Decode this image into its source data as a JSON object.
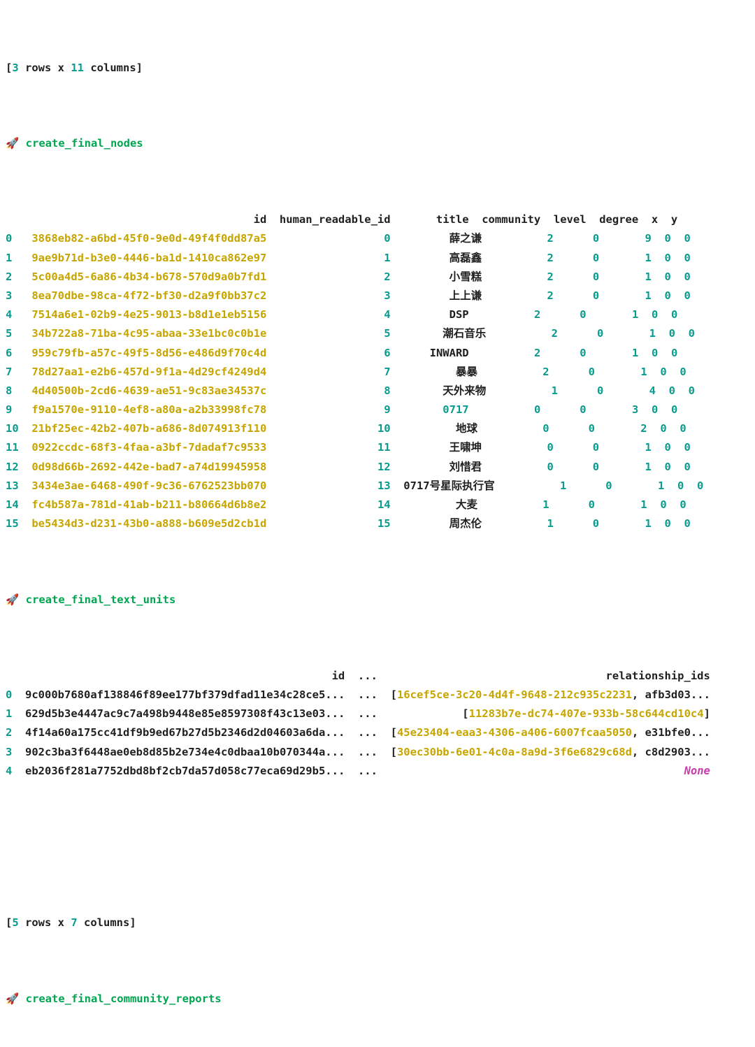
{
  "colors": {
    "background": "#ffffff",
    "text": "#1f1f1f",
    "number": "#0a9b8e",
    "uuid": "#c7a500",
    "workflow": "#00a550",
    "none_value": "#c93eab"
  },
  "rocket": "🚀",
  "prev_table_shape": {
    "open": "[",
    "rows": "3",
    "mid": " rows x ",
    "cols": "11",
    "close": " columns]"
  },
  "text_units_shape": {
    "open": "[",
    "rows": "5",
    "mid": " rows x ",
    "cols": "7",
    "close": " columns]"
  },
  "workflows": {
    "nodes": "create_final_nodes",
    "text_units": "create_final_text_units",
    "community_reports": "create_final_community_reports"
  },
  "nodes_table": {
    "columns": [
      {
        "key": "id",
        "label": "id",
        "style": "uuid"
      },
      {
        "key": "human_readable_id",
        "label": "human_readable_id",
        "style": "num"
      },
      {
        "key": "title",
        "label": "title",
        "style": "text"
      },
      {
        "key": "community",
        "label": "community",
        "style": "num"
      },
      {
        "key": "level",
        "label": "level",
        "style": "num"
      },
      {
        "key": "degree",
        "label": "degree",
        "style": "num"
      },
      {
        "key": "x",
        "label": "x",
        "style": "num"
      },
      {
        "key": "y",
        "label": "y",
        "style": "num"
      }
    ],
    "rows": [
      {
        "index": "0",
        "id": "3868eb82-a6bd-45f0-9e0d-49f4f0dd87a5",
        "human_readable_id": "0",
        "title": "薛之谦",
        "community": "2",
        "level": "0",
        "degree": "9",
        "x": "0",
        "y": "0"
      },
      {
        "index": "1",
        "id": "9ae9b71d-b3e0-4446-ba1d-1410ca862e97",
        "human_readable_id": "1",
        "title": "高磊鑫",
        "community": "2",
        "level": "0",
        "degree": "1",
        "x": "0",
        "y": "0"
      },
      {
        "index": "2",
        "id": "5c00a4d5-6a86-4b34-b678-570d9a0b7fd1",
        "human_readable_id": "2",
        "title": "小雪糕",
        "community": "2",
        "level": "0",
        "degree": "1",
        "x": "0",
        "y": "0"
      },
      {
        "index": "3",
        "id": "8ea70dbe-98ca-4f72-bf30-d2a9f0bb37c2",
        "human_readable_id": "3",
        "title": "上上谦",
        "community": "2",
        "level": "0",
        "degree": "1",
        "x": "0",
        "y": "0"
      },
      {
        "index": "4",
        "id": "7514a6e1-02b9-4e25-9013-b8d1e1eb5156",
        "human_readable_id": "4",
        "title": "DSP",
        "community": "2",
        "level": "0",
        "degree": "1",
        "x": "0",
        "y": "0"
      },
      {
        "index": "5",
        "id": "34b722a8-71ba-4c95-abaa-33e1bc0c0b1e",
        "human_readable_id": "5",
        "title": "潮石音乐",
        "community": "2",
        "level": "0",
        "degree": "1",
        "x": "0",
        "y": "0"
      },
      {
        "index": "6",
        "id": "959c79fb-a57c-49f5-8d56-e486d9f70c4d",
        "human_readable_id": "6",
        "title": "INWARD",
        "community": "2",
        "level": "0",
        "degree": "1",
        "x": "0",
        "y": "0"
      },
      {
        "index": "7",
        "id": "78d27aa1-e2b6-457d-9f1a-4d29cf4249d4",
        "human_readable_id": "7",
        "title": "暴暴",
        "community": "2",
        "level": "0",
        "degree": "1",
        "x": "0",
        "y": "0"
      },
      {
        "index": "8",
        "id": "4d40500b-2cd6-4639-ae51-9c83ae34537c",
        "human_readable_id": "8",
        "title": "天外来物",
        "community": "1",
        "level": "0",
        "degree": "4",
        "x": "0",
        "y": "0"
      },
      {
        "index": "9",
        "id": "f9a1570e-9110-4ef8-a80a-a2b33998fc78",
        "human_readable_id": "9",
        "title": "0717",
        "title_style": "num",
        "community": "0",
        "level": "0",
        "degree": "3",
        "x": "0",
        "y": "0"
      },
      {
        "index": "10",
        "id": "21bf25ec-42b2-407b-a686-8d074913f110",
        "human_readable_id": "10",
        "title": "地球",
        "community": "0",
        "level": "0",
        "degree": "2",
        "x": "0",
        "y": "0"
      },
      {
        "index": "11",
        "id": "0922ccdc-68f3-4faa-a3bf-7dadaf7c9533",
        "human_readable_id": "11",
        "title": "王啸坤",
        "community": "0",
        "level": "0",
        "degree": "1",
        "x": "0",
        "y": "0"
      },
      {
        "index": "12",
        "id": "0d98d66b-2692-442e-bad7-a74d19945958",
        "human_readable_id": "12",
        "title": "刘惜君",
        "community": "0",
        "level": "0",
        "degree": "1",
        "x": "0",
        "y": "0"
      },
      {
        "index": "13",
        "id": "3434e3ae-6468-490f-9c36-6762523bb070",
        "human_readable_id": "13",
        "title": "0717号星际执行官",
        "community": "1",
        "level": "0",
        "degree": "1",
        "x": "0",
        "y": "0"
      },
      {
        "index": "14",
        "id": "fc4b587a-781d-41ab-b211-b80664d6b8e2",
        "human_readable_id": "14",
        "title": "大麦",
        "community": "1",
        "level": "0",
        "degree": "1",
        "x": "0",
        "y": "0"
      },
      {
        "index": "15",
        "id": "be5434d3-d231-43b0-a888-b609e5d2cb1d",
        "human_readable_id": "15",
        "title": "周杰伦",
        "community": "1",
        "level": "0",
        "degree": "1",
        "x": "0",
        "y": "0"
      }
    ]
  },
  "text_units_table": {
    "columns": [
      {
        "key": "id",
        "label": "id",
        "style": "text"
      },
      {
        "key": "truncation",
        "label": "...",
        "style": "text"
      },
      {
        "key": "relationship_ids",
        "label": "relationship_ids",
        "style": "text"
      }
    ],
    "rows": [
      {
        "index": "0",
        "id": "9c000b7680af138846f89ee177bf379dfad11e34c28ce5...",
        "truncation": "...",
        "relationship_ids": [
          {
            "t": "[",
            "s": "text"
          },
          {
            "t": "16cef5ce-3c20-4d4f-9648-212c935c2231",
            "s": "uuid"
          },
          {
            "t": ", afb3d03...",
            "s": "text"
          }
        ]
      },
      {
        "index": "1",
        "id": "629d5b3e4447ac9c7a498b9448e85e8597308f43c13e03...",
        "truncation": "...",
        "relationship_ids": [
          {
            "t": "[",
            "s": "text"
          },
          {
            "t": "11283b7e-dc74-407e-933b-58c644cd10c4",
            "s": "uuid"
          },
          {
            "t": "]",
            "s": "text"
          }
        ]
      },
      {
        "index": "2",
        "id": "4f14a60a175cc41df9b9ed67b27d5b2346d2d04603a6da...",
        "truncation": "...",
        "relationship_ids": [
          {
            "t": "[",
            "s": "text"
          },
          {
            "t": "45e23404-eaa3-4306-a406-6007fcaa5050",
            "s": "uuid"
          },
          {
            "t": ", e31bfe0...",
            "s": "text"
          }
        ]
      },
      {
        "index": "3",
        "id": "902c3ba3f6448ae0eb8d85b2e734e4c0dbaa10b070344a...",
        "truncation": "...",
        "relationship_ids": [
          {
            "t": "[",
            "s": "text"
          },
          {
            "t": "30ec30bb-6e01-4c0a-8a9d-3f6e6829c68d",
            "s": "uuid"
          },
          {
            "t": ", c8d2903...",
            "s": "text"
          }
        ]
      },
      {
        "index": "4",
        "id": "eb2036f281a7752dbd8bf2cb7da57d058c77eca69d29b5...",
        "truncation": "...",
        "relationship_ids": [
          {
            "t": "None",
            "s": "none"
          }
        ]
      }
    ]
  }
}
